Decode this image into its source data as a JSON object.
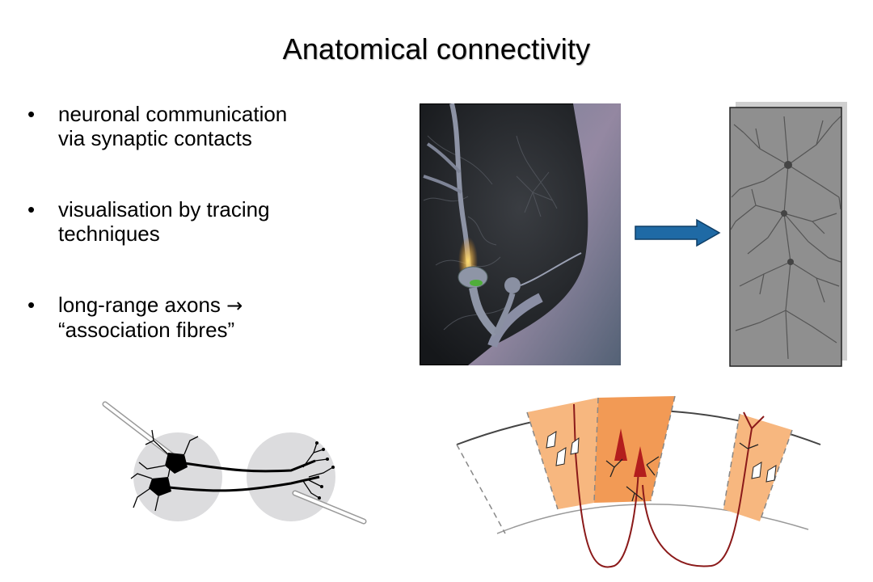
{
  "slide": {
    "title": "Anatomical connectivity",
    "bullets": [
      {
        "marker": "•",
        "line1": "neuronal  communication",
        "line2": "via synaptic contacts"
      },
      {
        "marker": "•",
        "line1": "visualisation by tracing",
        "line2": "techniques"
      },
      {
        "marker": "•",
        "line1": "long-range axons ",
        "arrow": "→",
        "line2": "“association fibres”"
      }
    ]
  },
  "colors": {
    "arrow_fill": "#1f6aa5",
    "cortex_orange": "#f7b77f",
    "cortex_orange_dark": "#f29a55",
    "axon_red": "#8b1a1a",
    "trace_gray": "#8a8a8a"
  },
  "icons": {
    "neuron_artwork": "synapse-artwork",
    "traced_neurons": "traced-neuron-tree",
    "tracer_diagram": "tracer-injection-diagram",
    "cortex_diagram": "cortical-columns-diagram"
  }
}
